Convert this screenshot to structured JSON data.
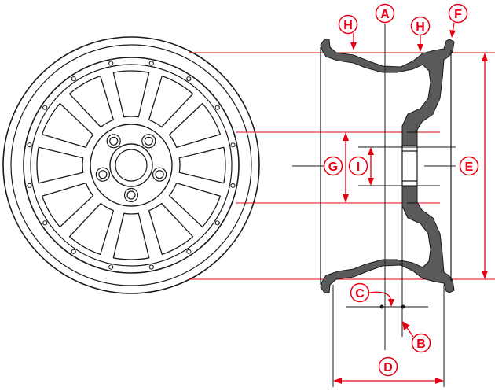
{
  "labels": {
    "A": "A",
    "B": "B",
    "C": "C",
    "D": "D",
    "E": "E",
    "F": "F",
    "G": "G",
    "H_left": "H",
    "H_right": "H",
    "I": "I"
  },
  "colors": {
    "accent": "#e60012",
    "line": "#1a1a1a",
    "rim_fill": "#5a5a5a",
    "background": "#ffffff"
  }
}
